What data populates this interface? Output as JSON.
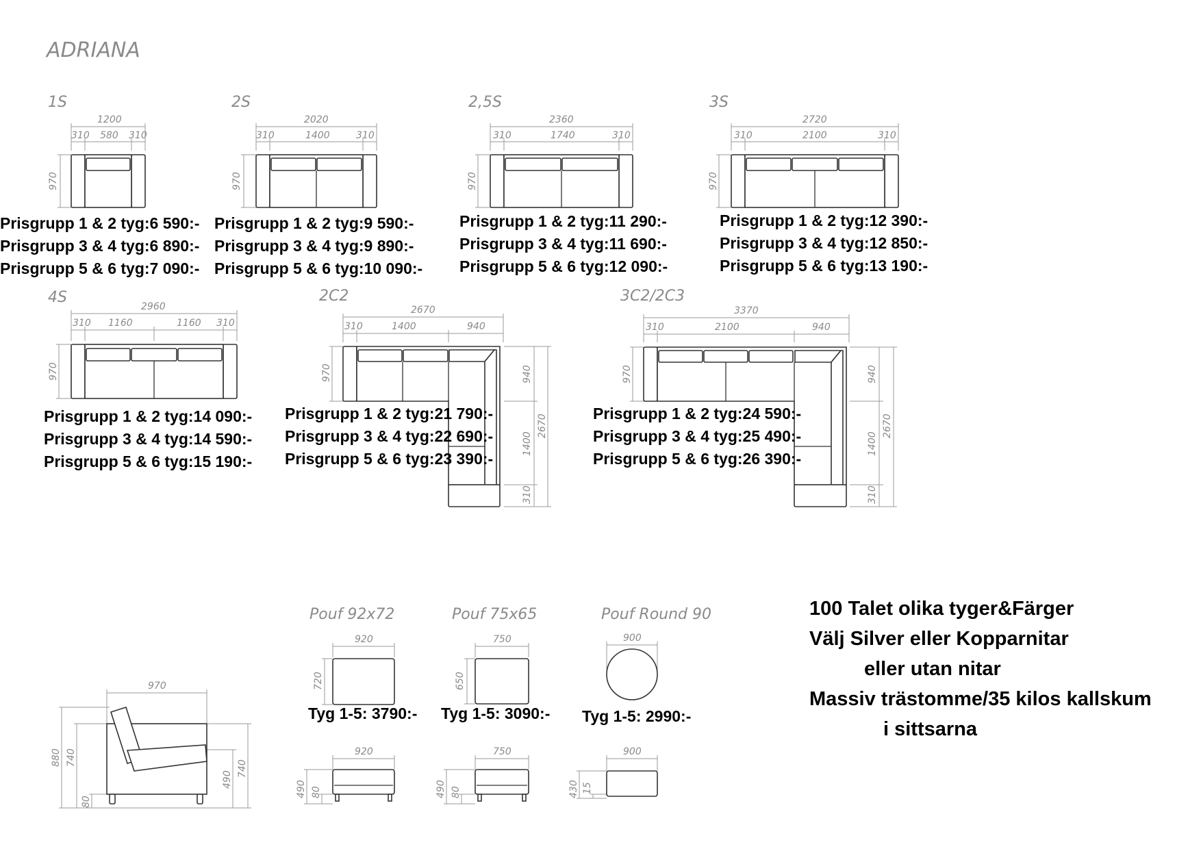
{
  "brand": "ADRIANA",
  "models": [
    {
      "label": "1S",
      "overall": "1200",
      "segments": [
        "310",
        "580",
        "310"
      ],
      "depth": "970",
      "prices": [
        "Prisgrupp 1 & 2 tyg:6 590:-",
        "Prisgrupp 3 & 4 tyg:6 890:-",
        "Prisgrupp 5 & 6 tyg:7 090:-"
      ]
    },
    {
      "label": "2S",
      "overall": "2020",
      "segments": [
        "310",
        "1400",
        "310"
      ],
      "depth": "970",
      "prices": [
        "Prisgrupp 1 & 2 tyg:9 590:-",
        "Prisgrupp 3 & 4 tyg:9 890:-",
        "Prisgrupp 5 & 6 tyg:10 090:-"
      ]
    },
    {
      "label": "2,5S",
      "overall": "2360",
      "segments": [
        "310",
        "1740",
        "310"
      ],
      "depth": "970",
      "prices": [
        "Prisgrupp 1 & 2 tyg:11 290:-",
        "Prisgrupp 3 & 4 tyg:11 690:-",
        "Prisgrupp 5 & 6 tyg:12 090:-"
      ]
    },
    {
      "label": "3S",
      "overall": "2720",
      "segments": [
        "310",
        "2100",
        "310"
      ],
      "depth": "970",
      "prices": [
        "Prisgrupp 1 & 2 tyg:12 390:-",
        "Prisgrupp 3 & 4 tyg:12 850:-",
        "Prisgrupp 5 & 6 tyg:13 190:-"
      ]
    },
    {
      "label": "4S",
      "overall": "2960",
      "segments": [
        "310",
        "1160",
        "1160",
        "310"
      ],
      "depth": "970",
      "prices": [
        "Prisgrupp 1 & 2 tyg:14 090:-",
        "Prisgrupp 3 & 4 tyg:14 590:-",
        "Prisgrupp 5 & 6 tyg:15 190:-"
      ]
    },
    {
      "label": "2C2",
      "overall": "2670",
      "segments": [
        "310",
        "1400",
        "940"
      ],
      "depth": "970",
      "side": [
        "940",
        "1400",
        "310"
      ],
      "side_overall": "2670",
      "prices": [
        "Prisgrupp 1 & 2 tyg:21 790:-",
        "Prisgrupp 3 & 4 tyg:22 690:-",
        "Prisgrupp 5 & 6 tyg:23 390:-"
      ]
    },
    {
      "label": "3C2/2C3",
      "overall": "3370",
      "segments": [
        "310",
        "2100",
        "940"
      ],
      "depth": "970",
      "side": [
        "940",
        "1400",
        "310"
      ],
      "side_overall": "2670",
      "prices": [
        "Prisgrupp 1 & 2 tyg:24 590:-",
        "Prisgrupp 3 & 4 tyg:25 490:-",
        "Prisgrupp 5 & 6 tyg:26 390:-"
      ]
    }
  ],
  "side_view": {
    "width": "970",
    "heights": [
      "880",
      "740",
      "80"
    ],
    "seat": [
      "490",
      "740"
    ]
  },
  "poufs": [
    {
      "label": "Pouf 92x72",
      "width": "920",
      "depth": "720",
      "price": "Tyg 1-5: 3790:-",
      "elev_width": "920",
      "elev_heights": [
        "490",
        "80"
      ]
    },
    {
      "label": "Pouf 75x65",
      "width": "750",
      "depth": "650",
      "price": "Tyg 1-5: 3090:-",
      "elev_width": "750",
      "elev_heights": [
        "490",
        "80"
      ]
    },
    {
      "label": "Pouf Round 90",
      "width": "900",
      "price": "Tyg 1-5: 2990:-",
      "elev_width": "900",
      "elev_heights": [
        "430",
        "15"
      ]
    }
  ],
  "info": [
    "100 Talet olika tyger&Färger",
    "Välj Silver eller Kopparnitar",
    "eller utan nitar",
    "Massiv trästomme/35 kilos kallskum",
    "i sittsarna"
  ]
}
